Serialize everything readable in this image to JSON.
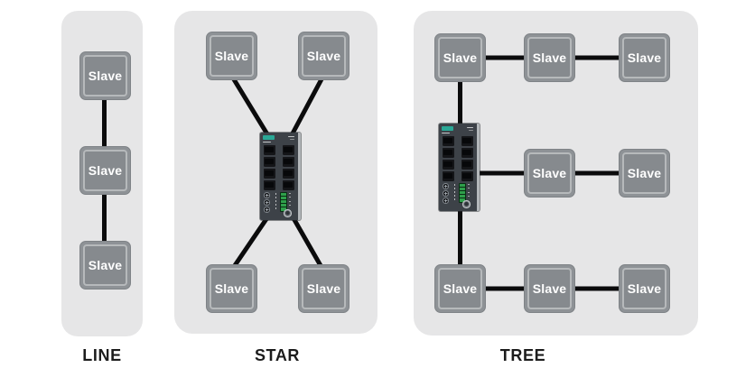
{
  "diagram": {
    "node_label": "Slave",
    "panels": [
      {
        "id": "line",
        "caption": "LINE",
        "slave_count": 3,
        "switch_count": 0
      },
      {
        "id": "star",
        "caption": "STAR",
        "slave_count": 4,
        "switch_count": 1
      },
      {
        "id": "tree",
        "caption": "TREE",
        "slave_count": 8,
        "switch_count": 1
      }
    ],
    "switch": {
      "type": "managed-ethernet-switch",
      "rj45_ports": 8,
      "logo_color": "#2aa896",
      "terminal_block_color": "#2fa04b"
    },
    "colors": {
      "page_background": "#ffffff",
      "panel_background": "#e6e6e7",
      "slave_fill": "#8e9296",
      "slave_inner_border": "#b6b9bb",
      "slave_text": "#ffffff",
      "connection_line": "#0b0b0c",
      "caption_text": "#1c1c1c",
      "switch_body": "#3d4248"
    }
  }
}
